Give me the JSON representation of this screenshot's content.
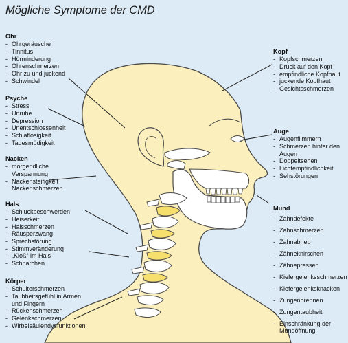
{
  "title": "Mögliche Symptome der CMD",
  "groups": {
    "ohr": {
      "head": "Ohr",
      "items": [
        "Ohrgeräusche",
        "Tinnitus",
        "Hörminderung",
        "Ohrenschmerzen",
        "Ohr zu und juckend",
        "Schwindel"
      ]
    },
    "psyche": {
      "head": "Psyche",
      "items": [
        "Stress",
        "Unruhe",
        "Depression",
        "Unentschlossenheit",
        "Schlaflosigkeit",
        "Tagesmüdigkeit"
      ]
    },
    "nacken": {
      "head": "Nacken",
      "lines": [
        "morgendliche",
        "Verspannung",
        "Nackensteifigkeit",
        "Nackenschmerzen"
      ]
    },
    "hals": {
      "head": "Hals",
      "items": [
        "Schluckbeschwerden",
        "Heiserkeit",
        "Halsschmerzen",
        "Räusperzwang",
        "Sprechstörung",
        "Stimmveränderung",
        "„Kloß“ im Hals",
        "Schnarchen"
      ]
    },
    "koerper": {
      "head": "Körper",
      "lines": [
        "Schulterschmerzen",
        "Taubheitsgefühl in Armen",
        "und Fingern",
        "Rückenschmerzen",
        "Gelenkschmerzen",
        "Wirbelsäulendysfunktionen"
      ]
    },
    "kopf": {
      "head": "Kopf",
      "items": [
        "Kopfschmerzen",
        "Druck auf den Kopf",
        "empfindliche Kopfhaut",
        "juckende Kopfhaut",
        "Gesichtsschmerzen"
      ]
    },
    "auge": {
      "head": "Auge",
      "lines": [
        "Augenflimmern",
        "Schmerzen hinter den",
        "Augen",
        "Doppeltsehen",
        "Lichtempfindlichkeit",
        "Sehstörungen"
      ]
    },
    "mund": {
      "head": "Mund",
      "lines": [
        "Zahndefekte",
        "Zahnschmerzen",
        "Zahnabrieb",
        "Zähneknirschen",
        "Zähnepressen",
        "Kiefergelenksschmerzen",
        "Kiefergelenksknacken",
        "Zungenbrennen",
        "Zungentaubheit",
        "Einschränkung der",
        "Mundöffnung"
      ]
    }
  },
  "colors": {
    "background": "#dcebf6",
    "skin": "#fbf0bd",
    "outline": "#4a4a4a",
    "bone": "#ffffff",
    "disc": "#f7df6d"
  }
}
